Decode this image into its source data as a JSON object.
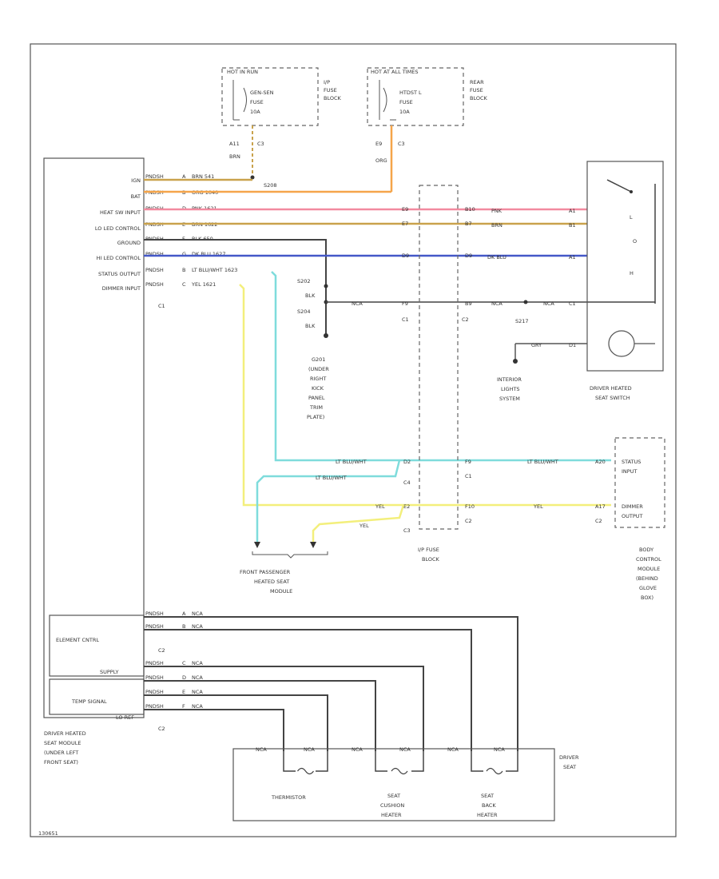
{
  "fuses": {
    "left": {
      "header": "HOT IN RUN",
      "name": "GEN-SEN",
      "fuse": "FUSE",
      "amps": "10A",
      "block1": "I/P",
      "block2": "FUSE",
      "block3": "BLOCK",
      "pin": "A11",
      "conn": "C3",
      "wire": "BRN"
    },
    "right": {
      "header": "HOT AT ALL TIMES",
      "name": "HTDST L",
      "fuse": "FUSE",
      "amps": "10A",
      "block1": "REAR",
      "block2": "FUSE",
      "block3": "BLOCK",
      "pin": "E9",
      "conn": "C3",
      "wire": "ORG"
    }
  },
  "splices": {
    "s208": "S208",
    "s202": "S202",
    "s204": "S204",
    "s217": "S217"
  },
  "module_pins": [
    {
      "name": "IGN",
      "pin": "A",
      "wire": "BRN 541"
    },
    {
      "name": "BAT",
      "pin": "B",
      "wire": "ORG 1040"
    },
    {
      "name": "HEAT SW INPUT",
      "pin": "D",
      "wire": "PNK 1621"
    },
    {
      "name": "LO LED CONTROL",
      "pin": "E",
      "wire": "BRN 1622"
    },
    {
      "name": "GROUND",
      "pin": "F",
      "wire": "BLK 650"
    },
    {
      "name": "HI LED CONTROL",
      "pin": "G",
      "wire": "DK BLU 1627"
    },
    {
      "name": "STATUS OUTPUT",
      "pin": "B",
      "wire": "LT BLU/WHT 1623"
    },
    {
      "name": "DIMMER INPUT",
      "pin": "C",
      "wire": "YEL 1621"
    }
  ],
  "module_c1": "C1",
  "pin_prefix": "PNDSH",
  "fuse_block": {
    "left_pins": [
      "E9",
      "E7",
      "D9",
      "F9"
    ],
    "right_pins": [
      "B10",
      "B7",
      "D9",
      "B9"
    ],
    "left_conn": "C1",
    "right_conn": "C2",
    "bottom_label1": "I/P FUSE",
    "bottom_label2": "BLOCK",
    "lower_left": [
      {
        "pin": "D2",
        "conn": "C4"
      },
      {
        "pin": "E2",
        "conn": "C3"
      }
    ],
    "lower_right": [
      {
        "pin": "F9",
        "conn": "C1"
      },
      {
        "pin": "F10",
        "conn": "C2"
      }
    ]
  },
  "right_wires": [
    {
      "wire": "PNK",
      "pin": "A1"
    },
    {
      "wire": "BRN",
      "pin": "B1"
    },
    {
      "wire": "DK BLU",
      "pin": "A1"
    },
    {
      "wire": "NCA",
      "pin": "C1"
    },
    {
      "wire": "GRY",
      "pin": "D1"
    }
  ],
  "ground_wires": {
    "left": "NCA",
    "gnd_mid": "NCA",
    "gnd_right": "NCA",
    "blk1": "BLK",
    "blk2": "BLK"
  },
  "ground": {
    "l1": "G201",
    "l2": "(UNDER",
    "l3": "RIGHT",
    "l4": "KICK",
    "l5": "PANEL",
    "l6": "TRIM",
    "l7": "PLATE)"
  },
  "interior": {
    "l1": "INTERIOR",
    "l2": "LIGHTS",
    "l3": "SYSTEM"
  },
  "switch": {
    "label1": "DRIVER HEATED",
    "label2": "SEAT SWITCH",
    "lo": "L",
    "hi": "H",
    "off": "O"
  },
  "bcm": {
    "status1": "STATUS",
    "status2": "INPUT",
    "dim1": "DIMMER",
    "dim2": "OUTPUT",
    "pin1": "A20",
    "pin2": "A17",
    "conn2": "C2",
    "l1": "BODY",
    "l2": "CONTROL",
    "l3": "MODULE",
    "l4": "(BEHIND",
    "l5": "GLOVE",
    "l6": "BOX)"
  },
  "cyan_wire": "LT BLU/WHT",
  "cyan_wire_num": "1623",
  "yel_wire": "YEL",
  "yel_wire_num": "1621",
  "passenger": {
    "l1": "FRONT PASSENGER",
    "l2": "HEATED SEAT",
    "l3": "MODULE"
  },
  "module_label": {
    "l1": "DRIVER HEATED",
    "l2": "SEAT MODULE",
    "l3": "(UNDER LEFT",
    "l4": "FRONT SEAT)"
  },
  "lower_group": {
    "element": "ELEMENT CNTRL",
    "supply": "SUPPLY",
    "temp": "TEMP SIGNAL",
    "lo_ref": "LO REF",
    "c2a": "C2",
    "c2b": "C2"
  },
  "lower_wires": [
    "NCA",
    "NCA",
    "NCA",
    "NCA",
    "NCA",
    "NCA"
  ],
  "lower_pins": [
    "A",
    "B",
    "C",
    "D",
    "E",
    "F"
  ],
  "seat": {
    "label1": "DRIVER",
    "label2": "SEAT",
    "thermistor": "THERMISTOR",
    "cushion1": "SEAT",
    "cushion2": "CUSHION",
    "cushion3": "HEATER",
    "back1": "SEAT",
    "back2": "BACK",
    "back3": "HEATER",
    "wire": "NCA"
  },
  "diagram_id": "130651",
  "colors": {
    "orange": "#f5a54a",
    "pink": "#f28a9f",
    "tan": "#c9a24c",
    "blue": "#4458c8",
    "cyan": "#7fdcdc",
    "yellow": "#f3ef7c",
    "black": "#333333"
  }
}
